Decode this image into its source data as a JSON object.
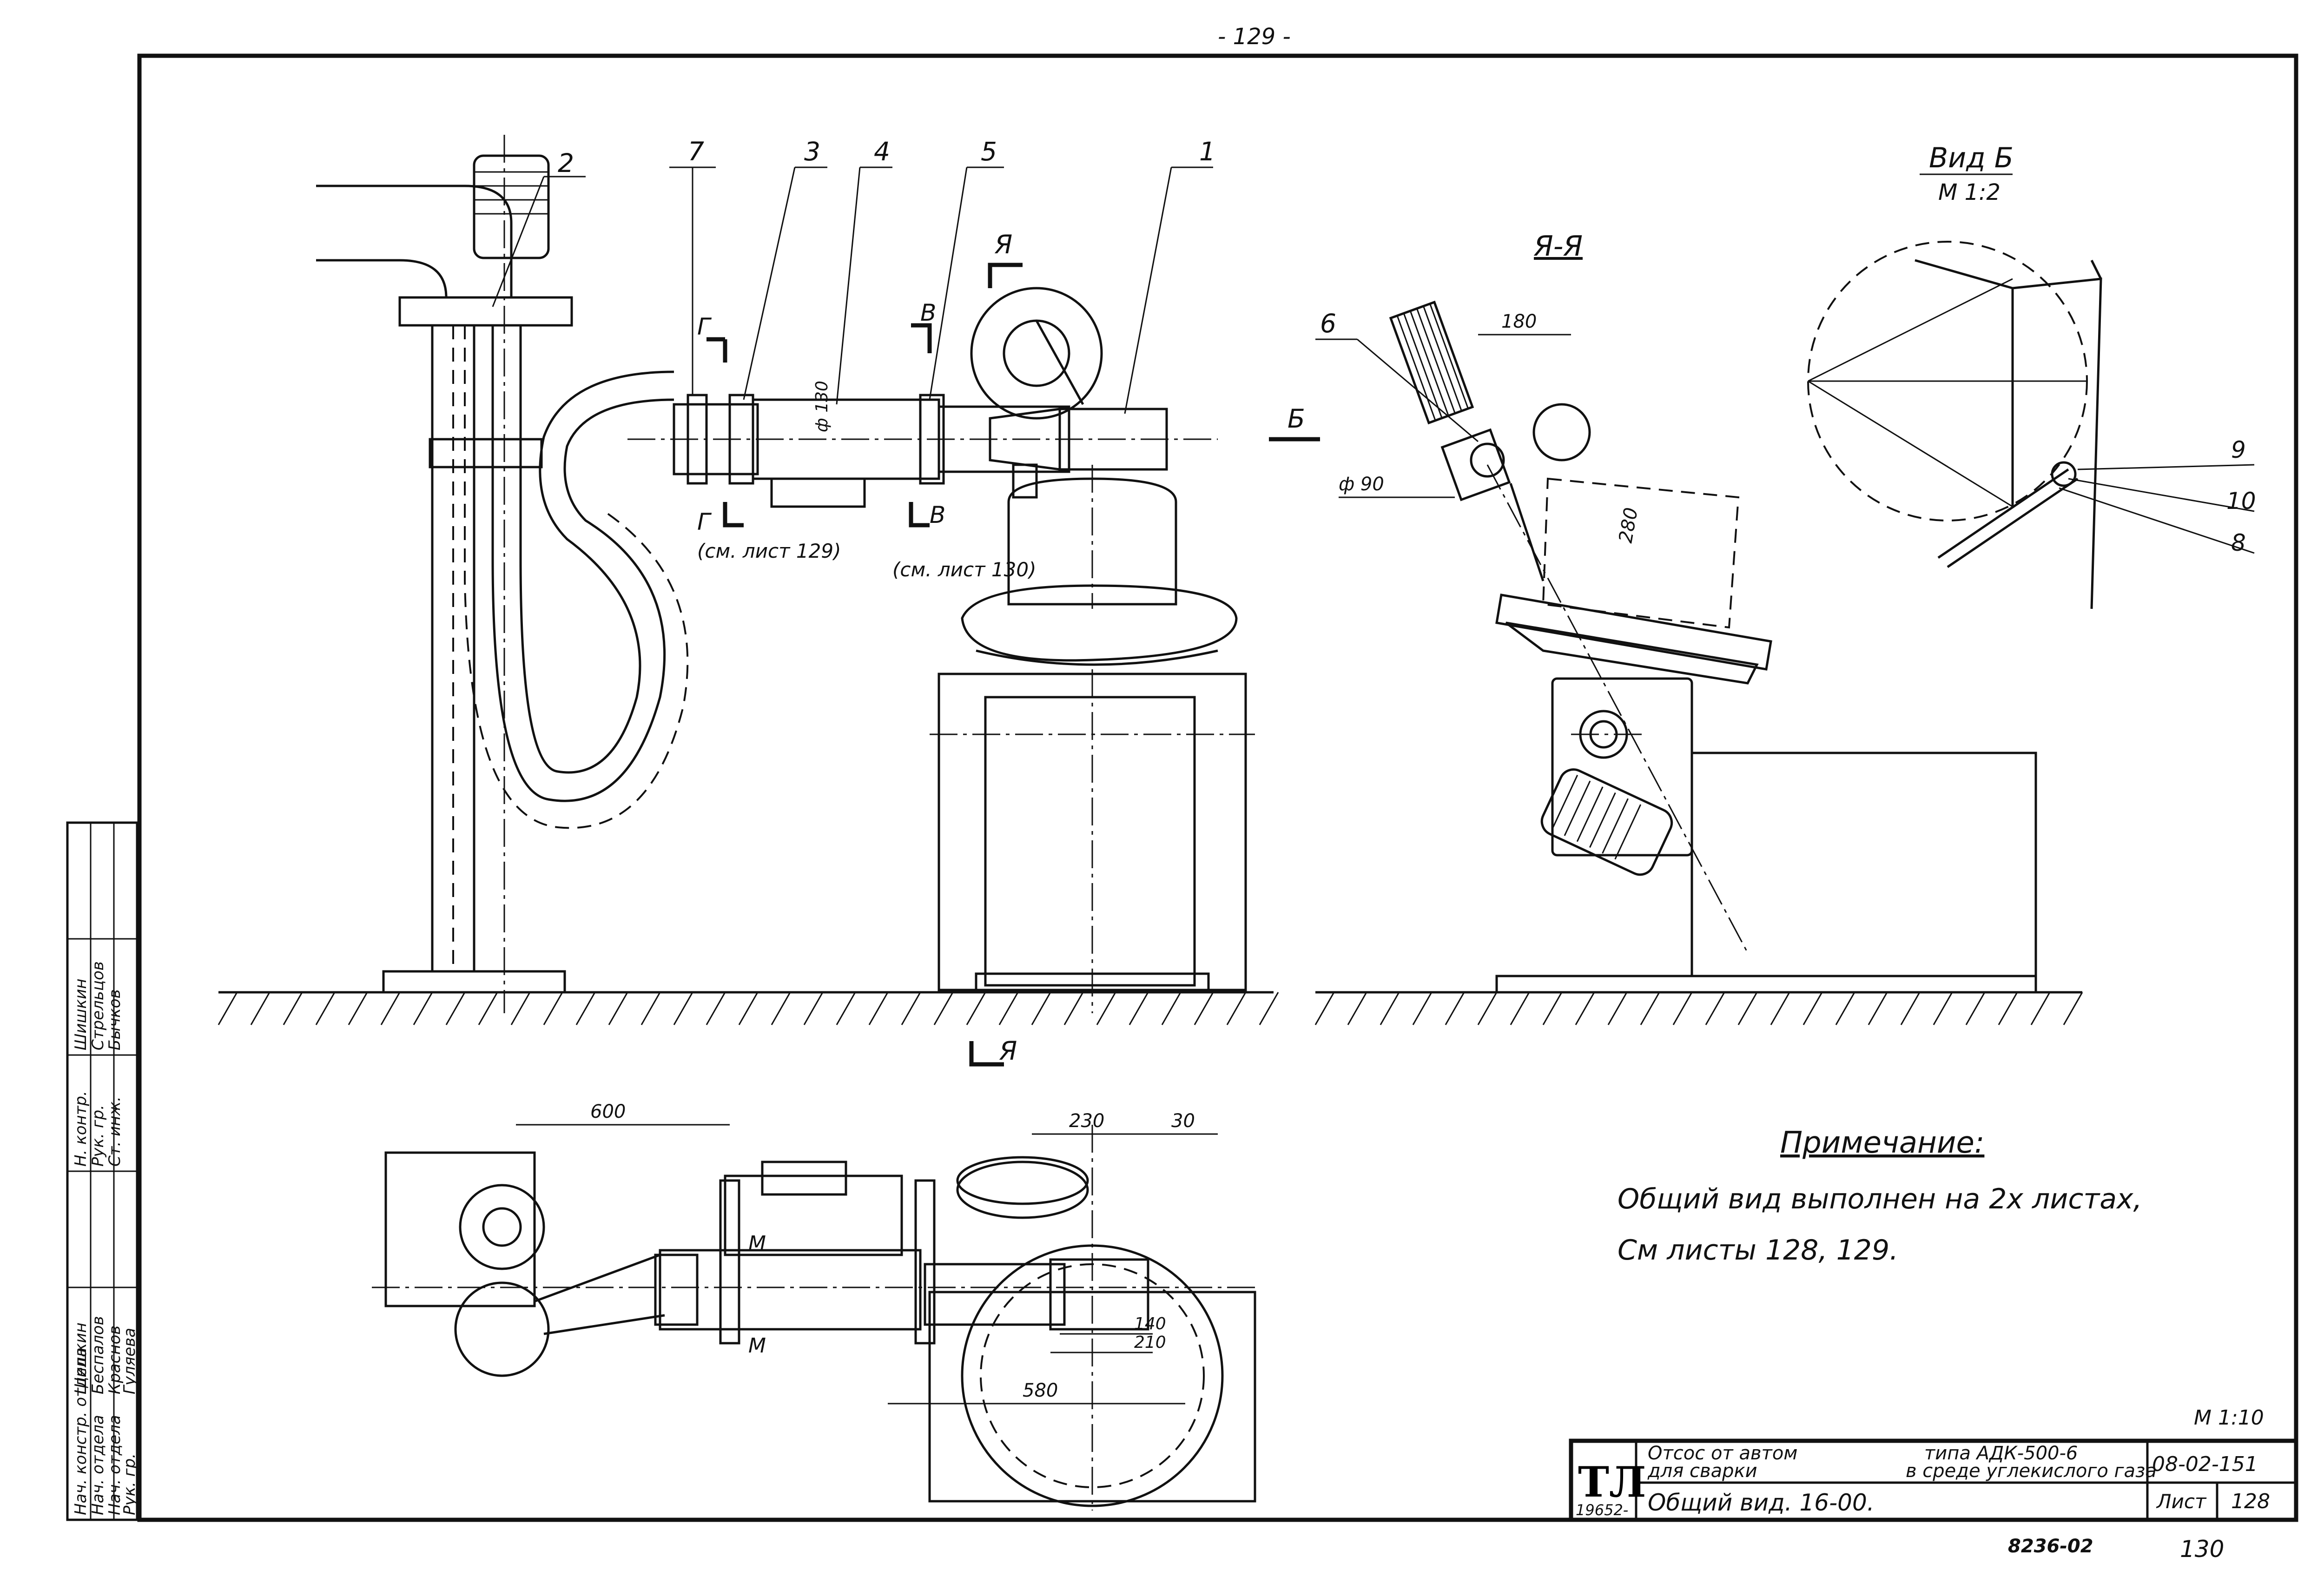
{
  "page_number": "- 129 -",
  "view_labels": {
    "section_a": "Я-Я",
    "view_b": "Вид Б",
    "view_b_scale": "М 1:2",
    "cut_a": "Я",
    "cut_b": "Б",
    "cut_v": "В",
    "cut_g": "Г"
  },
  "sheet_refs": {
    "ref_129": "(см. лист 129)",
    "ref_130": "(см. лист 130)"
  },
  "callouts": {
    "c1": "1",
    "c2": "2",
    "c3": "3",
    "c4": "4",
    "c5": "5",
    "c6": "6",
    "c7": "7",
    "c8": "8",
    "c9": "9",
    "c10": "10"
  },
  "dimensions": {
    "d130": "ф 130",
    "d90": "ф 90",
    "d180": "180",
    "d280": "280",
    "d600": "600",
    "d230": "230",
    "d30": "30",
    "d140": "140",
    "d210": "210",
    "d580": "580",
    "m_mark": "М"
  },
  "note": {
    "title": "Примечание:",
    "line1": "Общий вид выполнен на 2х листах,",
    "line2": "См листы 128, 129."
  },
  "scale_label": "М 1:10",
  "title_block": {
    "logo": "ТЛ",
    "logo_year": "19652-",
    "title_line1a": "Отсос от автом",
    "title_line1b": "типа АДК-500-6",
    "title_line2a": "для сварки",
    "title_line2b": "в среде углекислого газа",
    "drawing_name": "Общий вид. 16-00.",
    "code": "08-02-151",
    "sheet_label": "Лист",
    "sheet_number": "128"
  },
  "stamp_below": {
    "inv": "8236-02",
    "page": "130"
  },
  "signature_table": {
    "roles": [
      "Нач. констр. отдела",
      "Нач. отдела",
      "Нач. отдела",
      "Рук. гр."
    ],
    "names": [
      "Шишкин",
      "Беспалов",
      "Краснов",
      "Гуляева"
    ],
    "roles2": [
      "Н. контр.",
      "Рук. гр.",
      "Ст. инж."
    ],
    "names2": [
      "Шишкин",
      "Стрельцов",
      "Бычков"
    ]
  }
}
